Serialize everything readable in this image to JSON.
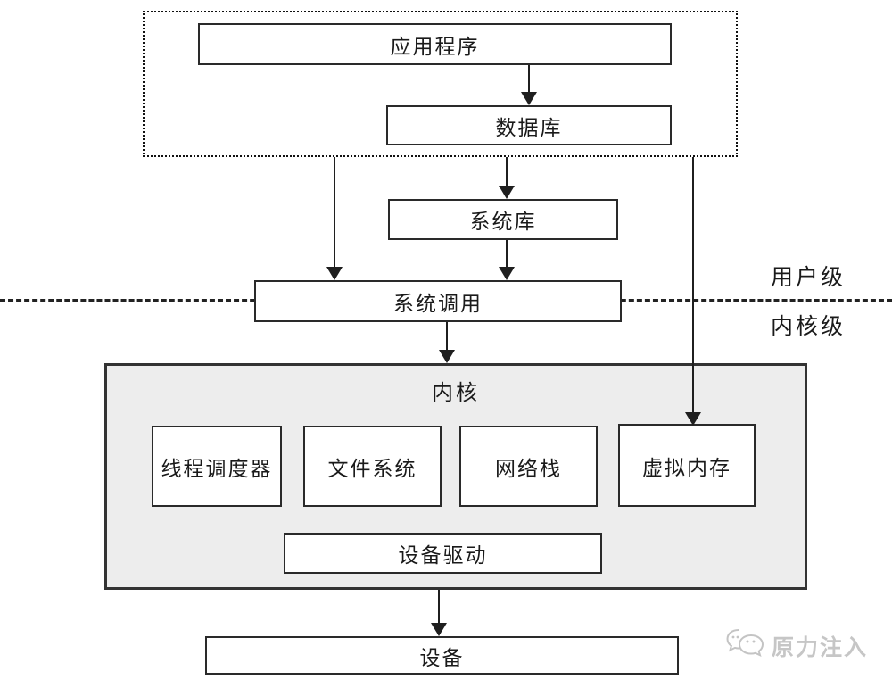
{
  "diagram": {
    "nodes": {
      "application": "应用程序",
      "database": "数据库",
      "system_library": "系统库",
      "system_call": "系统调用",
      "kernel": "内核",
      "thread_scheduler": "线程调度器",
      "file_system": "文件系统",
      "network_stack": "网络栈",
      "virtual_memory": "虚拟内存",
      "device_driver": "设备驱动",
      "device": "设备"
    },
    "labels": {
      "user_level": "用户级",
      "kernel_level": "内核级"
    },
    "watermark": {
      "text": "原力注入"
    },
    "colors": {
      "kernel_fill": "#ededed",
      "line": "#1f1f1f",
      "watermark": "#c6c6c6"
    }
  }
}
